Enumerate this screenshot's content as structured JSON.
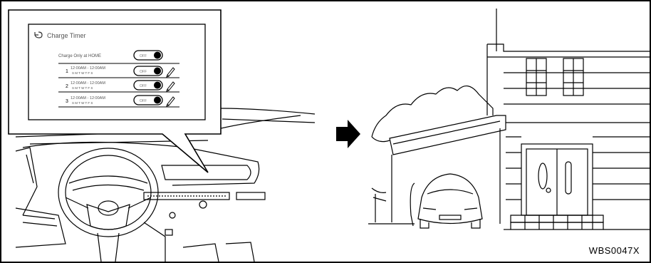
{
  "popup": {
    "title": "Charge Timer",
    "always_row_label": "Charge Only at HOME",
    "timers": [
      {
        "number": "1",
        "time": "12:00AM - 12:00AM",
        "days": "S M T W T F S"
      },
      {
        "number": "2",
        "time": "12:00AM - 12:00AM",
        "days": "S M T W T F S"
      },
      {
        "number": "3",
        "time": "12:00AM - 12:00AM",
        "days": "S M T W T F S"
      }
    ]
  },
  "figure_id": "WBS0047X",
  "icons": [
    "back-arrow-icon",
    "toggle-switch-icon",
    "pencil-edit-icon",
    "right-arrow-icon"
  ]
}
